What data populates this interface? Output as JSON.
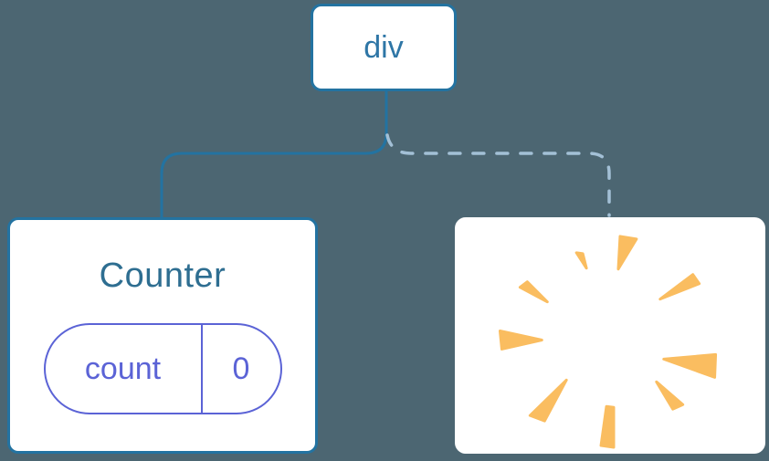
{
  "tree": {
    "root_label": "div",
    "counter": {
      "title": "Counter",
      "state_key": "count",
      "state_value": "0"
    }
  },
  "icons": {
    "poof": "poof-burst-icon"
  },
  "colors": {
    "background": "#4C6672",
    "box_bg": "#ffffff",
    "box_border": "#2373A1",
    "root_text": "#2E76A6",
    "counter_title": "#2E6E91",
    "state_accent": "#5B63D6",
    "solid_line": "#2373A1",
    "dashed_line": "#A3C0D6",
    "poof_orange": "#FABD60"
  }
}
